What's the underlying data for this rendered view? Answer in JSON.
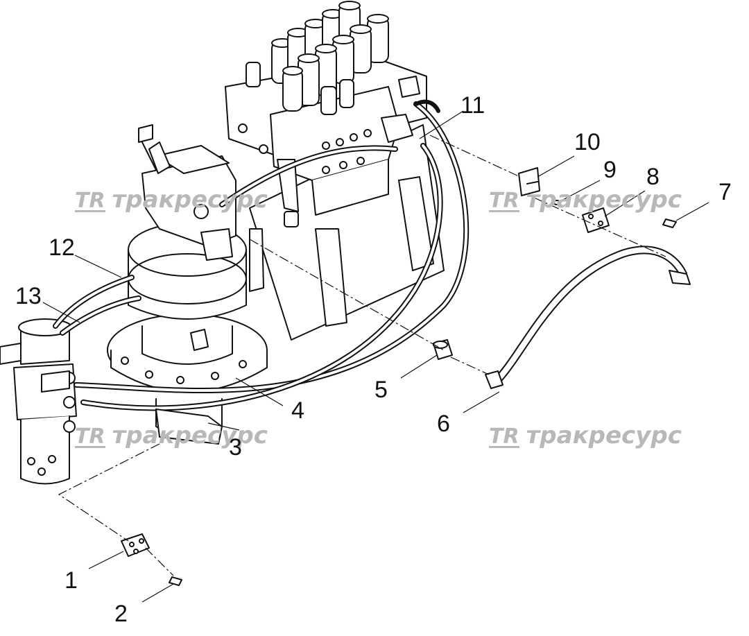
{
  "callouts": [
    "1",
    "2",
    "3",
    "4",
    "5",
    "6",
    "7",
    "8",
    "9",
    "10",
    "11",
    "12",
    "13"
  ],
  "watermark": {
    "logo": "TR",
    "text": "тракресурс"
  },
  "colors": {
    "line": "#111111",
    "watermark": "#b8b8b8"
  }
}
